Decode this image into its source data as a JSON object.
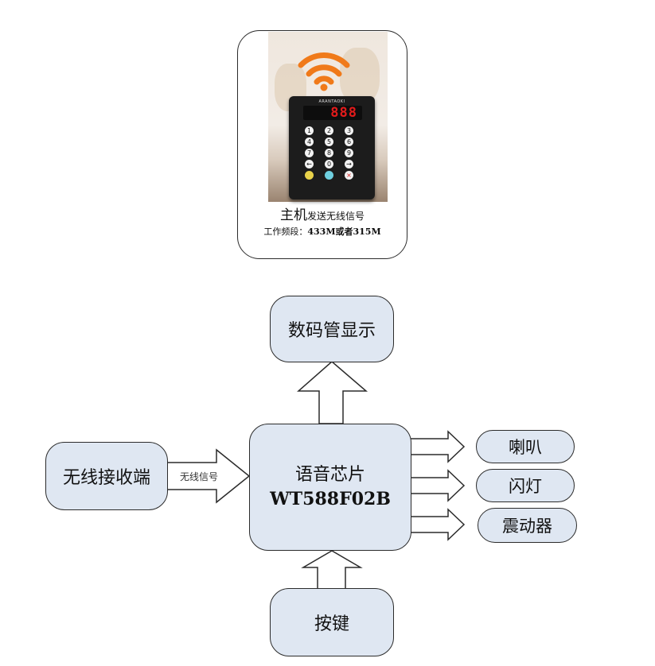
{
  "host": {
    "title_big": "主机",
    "title_small": "发送无线信号",
    "band_label": "工作频段：",
    "band_value": "433M或者315M",
    "device": {
      "brand": "ARANTAOKI",
      "display": "888"
    }
  },
  "nodes": {
    "display": "数码管显示",
    "receiver": "无线接收端",
    "chip_line1": "语音芯片",
    "chip_line2": "WT588F02B",
    "speaker": "喇叭",
    "light": "闪灯",
    "vibrate": "震动器",
    "buttons": "按键"
  },
  "edge_labels": {
    "receiver_to_chip": "无线信号"
  },
  "colors": {
    "node_fill": "#dfe7f2",
    "stroke": "#2b2b2b",
    "wifi": "#f07a1a",
    "display_digits": "#e21b1b"
  }
}
